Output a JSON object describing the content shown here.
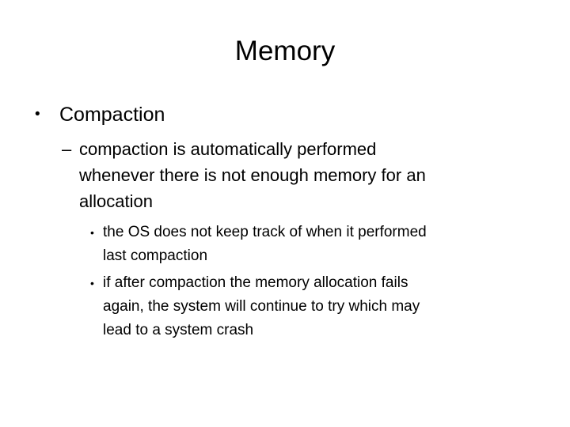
{
  "slide": {
    "title": "Memory",
    "background_color": "#ffffff",
    "text_color": "#000000",
    "outline": [
      {
        "level": 1,
        "marker": "•",
        "marker_name": "bullet-disc",
        "text": "Compaction",
        "lines": [
          "Compaction"
        ]
      },
      {
        "level": 2,
        "marker": "–",
        "marker_name": "bullet-dash",
        "text": "compaction is automatically performed whenever there is not enough memory for an allocation",
        "lines": [
          "compaction is automatically performed",
          "whenever there is not enough memory for an",
          "allocation"
        ]
      },
      {
        "level": 3,
        "marker": "•",
        "marker_name": "bullet-disc",
        "text": "the OS does not keep track of when it performed last compaction",
        "lines": [
          "the OS does not keep track of when it performed",
          "last compaction"
        ]
      },
      {
        "level": 3,
        "marker": "•",
        "marker_name": "bullet-disc",
        "text": "if after compaction the memory allocation fails again, the system will continue to try which may lead to a system crash",
        "lines": [
          "if after compaction the memory allocation fails",
          "again, the system will continue to try which may",
          "lead to a system crash"
        ]
      }
    ]
  }
}
